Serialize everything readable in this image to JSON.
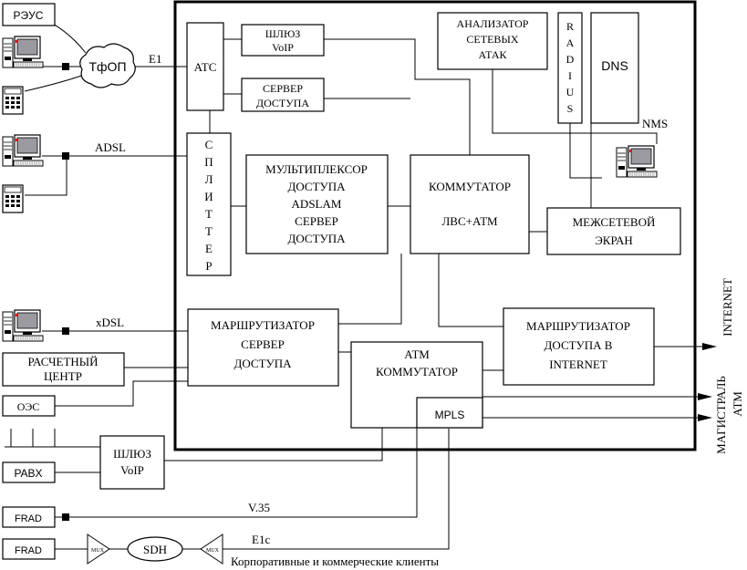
{
  "colors": {
    "line": "#000000",
    "background": "#ffffff",
    "monitor_screen": "#9a9aa0",
    "led": "#cc2222"
  },
  "icons": [
    "workstation-icon",
    "telephone-icon",
    "mux-triangle-icon"
  ],
  "left_blocks": {
    "reus": "РЭУС",
    "tfop": "ТфОП",
    "settlement_center": [
      "РАСЧЕТНЫЙ",
      "ЦЕНТР"
    ],
    "oes": "ОЭС",
    "pabx": "PABX",
    "frad_top": "FRAD",
    "frad_bottom": "FRAD",
    "sdh": "SDH",
    "mux_left": "MUX",
    "mux_right": "MUX",
    "gateway_outside": [
      "ШЛЮЗ",
      "VoIP"
    ]
  },
  "links": {
    "e1": "E1",
    "adsl": "ADSL",
    "xdsl": "xDSL",
    "v35": "V.35",
    "e1c": "E1c",
    "nms": "NMS"
  },
  "main_blocks": {
    "ats": "АТС",
    "gateway_voip": [
      "ШЛЮЗ",
      "VoIP"
    ],
    "access_server": [
      "СЕРВЕР",
      "ДОСТУПА"
    ],
    "attack_analyzer": [
      "АНАЛИЗАТОР",
      "СЕТЕВЫХ",
      "АТАК"
    ],
    "radius": [
      "R",
      "A",
      "D",
      "I",
      "U",
      "S"
    ],
    "dns": "DNS",
    "splitter": [
      "С",
      "П",
      "Л",
      "И",
      "Т",
      "Т",
      "Е",
      "Р"
    ],
    "multiplexer": [
      "МУЛЬТИПЛЕКСОР",
      "ДОСТУПА",
      "ADSLAM",
      "СЕРВЕР",
      "ДОСТУПА"
    ],
    "switch": [
      "КОММУТАТОР",
      "ЛВС+АТМ"
    ],
    "firewall": [
      "МЕЖСЕТЕВОЙ",
      "ЭКРАН"
    ],
    "router_access_server": [
      "МАРШРУТИЗАТОР",
      "СЕРВЕР",
      "ДОСТУПА"
    ],
    "atm_switch": [
      "АТМ",
      "КОММУТАТОР"
    ],
    "mpls": "MPLS",
    "internet_router": [
      "МАРШРУТИЗАТОР",
      "ДОСТУПА  В",
      "INTERNET"
    ]
  },
  "outputs": {
    "internet": "INTERNET",
    "atm_backbone": [
      "МАГИСТРАЛЬ",
      "АТМ"
    ]
  },
  "footer": "Корпоративные и коммерческие клиенты"
}
